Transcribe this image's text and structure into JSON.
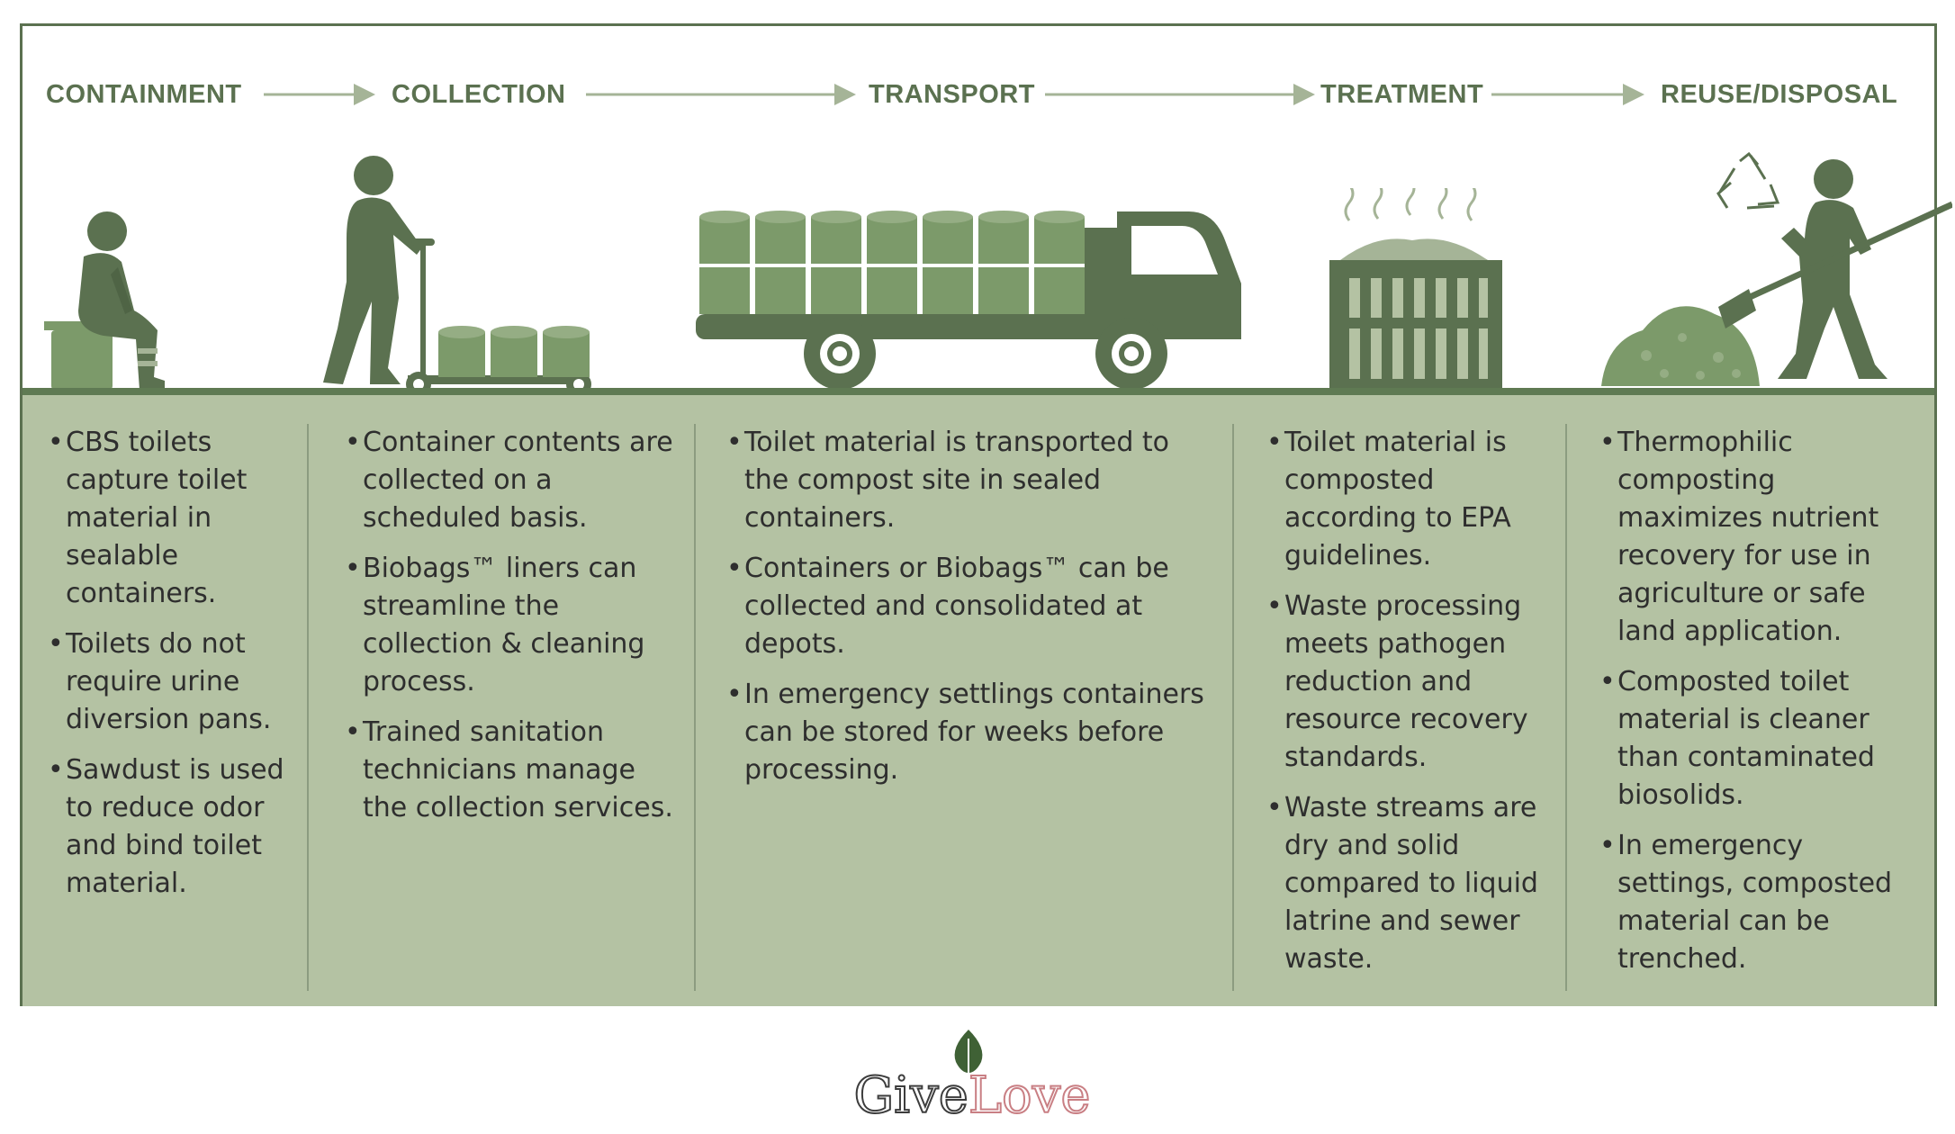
{
  "colors": {
    "frame": "#5b7150",
    "illustration_dark": "#5b7150",
    "illustration_light": "#7c9a6a",
    "panel": "#b4c2a3",
    "text": "#2e2e2e",
    "logo_leaf": "#3f6135",
    "logo_love": "#c97f84"
  },
  "stages": [
    {
      "label": "CONTAINMENT",
      "icon": "person-sitting-on-toilet-icon",
      "bullets": [
        "CBS toilets capture toilet material in sealable containers.",
        "Toilets do not require urine diversion pans.",
        "Sawdust is used to reduce odor and bind toilet material."
      ]
    },
    {
      "label": "COLLECTION",
      "icon": "person-pushing-container-cart-icon",
      "bullets": [
        "Container contents are collected on a scheduled basis.",
        "Biobags™ liners can streamline the collection & cleaning process.",
        "Trained sanitation technicians manage the collection services."
      ]
    },
    {
      "label": "TRANSPORT",
      "icon": "truck-with-containers-icon",
      "bullets": [
        "Toilet material is transported to the compost site in sealed containers.",
        "Containers or Biobags™ can be collected and consolidated at depots.",
        "In emergency settlings containers can be stored for weeks before processing."
      ]
    },
    {
      "label": "TREATMENT",
      "icon": "steaming-compost-bin-icon",
      "bullets": [
        "Toilet material is composted according to EPA guidelines.",
        "Waste processing meets pathogen reduction and resource recovery standards.",
        "Waste streams are dry and solid compared to liquid latrine and sewer waste."
      ]
    },
    {
      "label": "REUSE/DISPOSAL",
      "icon": "person-shoveling-compost-icon",
      "bullets": [
        "Thermophilic composting maximizes nutrient recovery for use in agriculture or safe land application.",
        "Composted toilet material is cleaner than contaminated biosolids.",
        "In emergency settings, composted material can be trenched."
      ]
    }
  ],
  "logo": {
    "give": "Give",
    "love": "Love",
    "icon": "leaf-icon"
  }
}
